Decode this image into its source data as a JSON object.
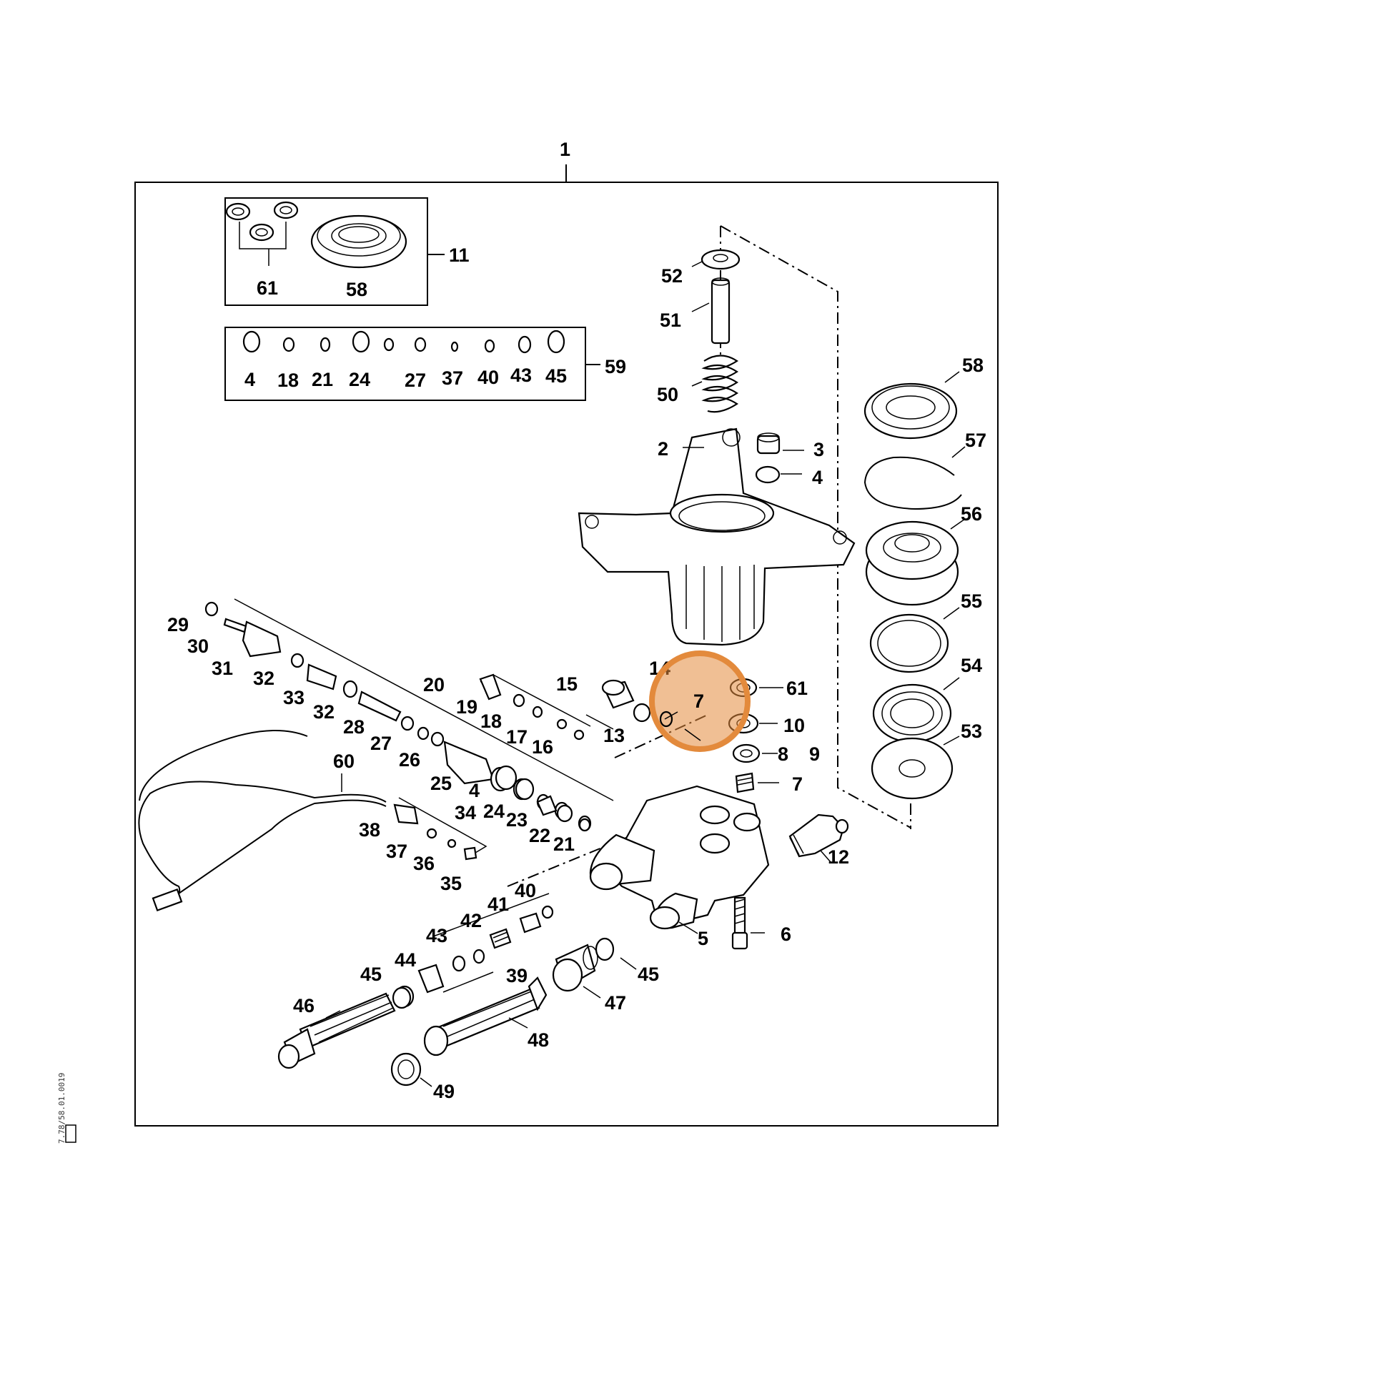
{
  "assembly": {
    "label": "1"
  },
  "highlight": {
    "label": "7",
    "color": "#e38a3c"
  },
  "labels": {
    "l11": "11",
    "l61a": "61",
    "l58a": "58",
    "l59": "59",
    "k4": "4",
    "k18": "18",
    "k21": "21",
    "k24": "24",
    "k27": "27",
    "k37": "37",
    "k40": "40",
    "k43": "43",
    "k45": "45",
    "l52": "52",
    "l51": "51",
    "l50": "50",
    "l2": "2",
    "l3": "3",
    "l4": "4",
    "l58b": "58",
    "l57": "57",
    "l56": "56",
    "l55": "55",
    "l54": "54",
    "l53": "53",
    "l29": "29",
    "l30": "30",
    "l31": "31",
    "l32a": "32",
    "l33": "33",
    "l32b": "32",
    "l28": "28",
    "l27": "27",
    "l26": "26",
    "l25": "25",
    "l20": "20",
    "l19": "19",
    "l18": "18",
    "l17": "17",
    "l16": "16",
    "l15": "15",
    "l14": "14",
    "l13": "13",
    "l61b": "61",
    "l10": "10",
    "l8": "8",
    "l9": "9",
    "l7b": "7",
    "l4b": "4",
    "l34": "34",
    "l24": "24",
    "l23": "23",
    "l22": "22",
    "l21": "21",
    "l60": "60",
    "l38": "38",
    "l37": "37",
    "l36": "36",
    "l35": "35",
    "l12": "12",
    "l5": "5",
    "l6": "6",
    "l40": "40",
    "l41": "41",
    "l42": "42",
    "l43": "43",
    "l44": "44",
    "l45a": "45",
    "l45b": "45",
    "l39": "39",
    "l46": "46",
    "l47": "47",
    "l48": "48",
    "l49": "49"
  },
  "side_code": "7.78/58.01.0019"
}
